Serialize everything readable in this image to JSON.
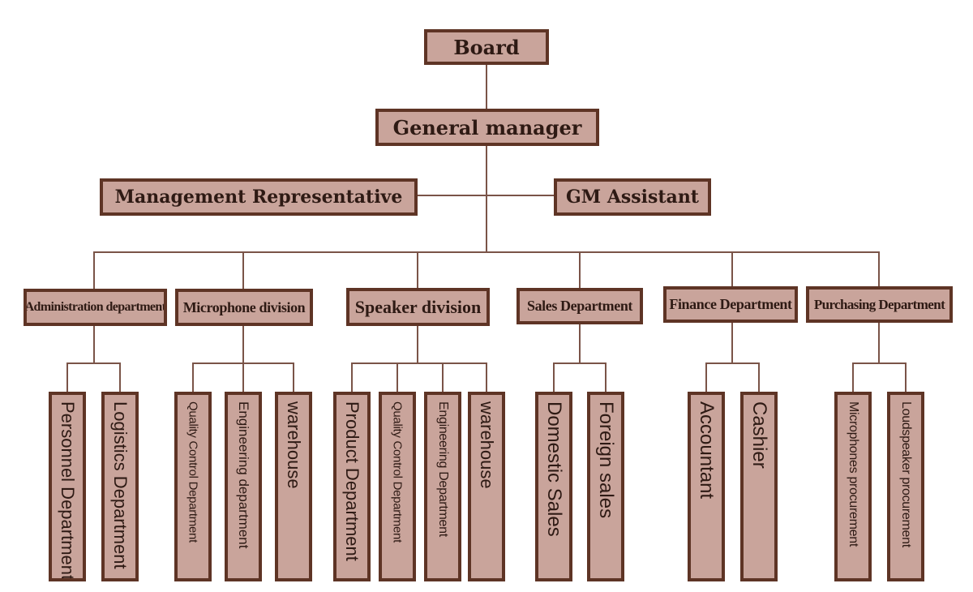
{
  "colors": {
    "box_fill": "#c9a49b",
    "box_border": "#5e3425",
    "text": "#2e1a14",
    "connector": "#7a5448"
  },
  "board": "Board",
  "general_manager": "General manager",
  "management_representative": "Management Representative",
  "gm_assistant": "GM Assistant",
  "departments": [
    {
      "name": "Administration department",
      "children": [
        "Personnel Department",
        "Logistics Department"
      ]
    },
    {
      "name": "Microphone division",
      "children": [
        "Quality Control Department",
        "Engineering department",
        "warehouse"
      ]
    },
    {
      "name": "Speaker division",
      "children": [
        "Product Department",
        "Quality Control Department",
        "Engineering Department",
        "warehouse"
      ]
    },
    {
      "name": "Sales Department",
      "children": [
        "Domestic Sales",
        "Foreign sales"
      ]
    },
    {
      "name": "Finance Department",
      "children": [
        "Accountant",
        "Cashier"
      ]
    },
    {
      "name": "Purchasing Department",
      "children": [
        "Microphones procurement",
        "Loudspeaker procurement"
      ]
    }
  ]
}
